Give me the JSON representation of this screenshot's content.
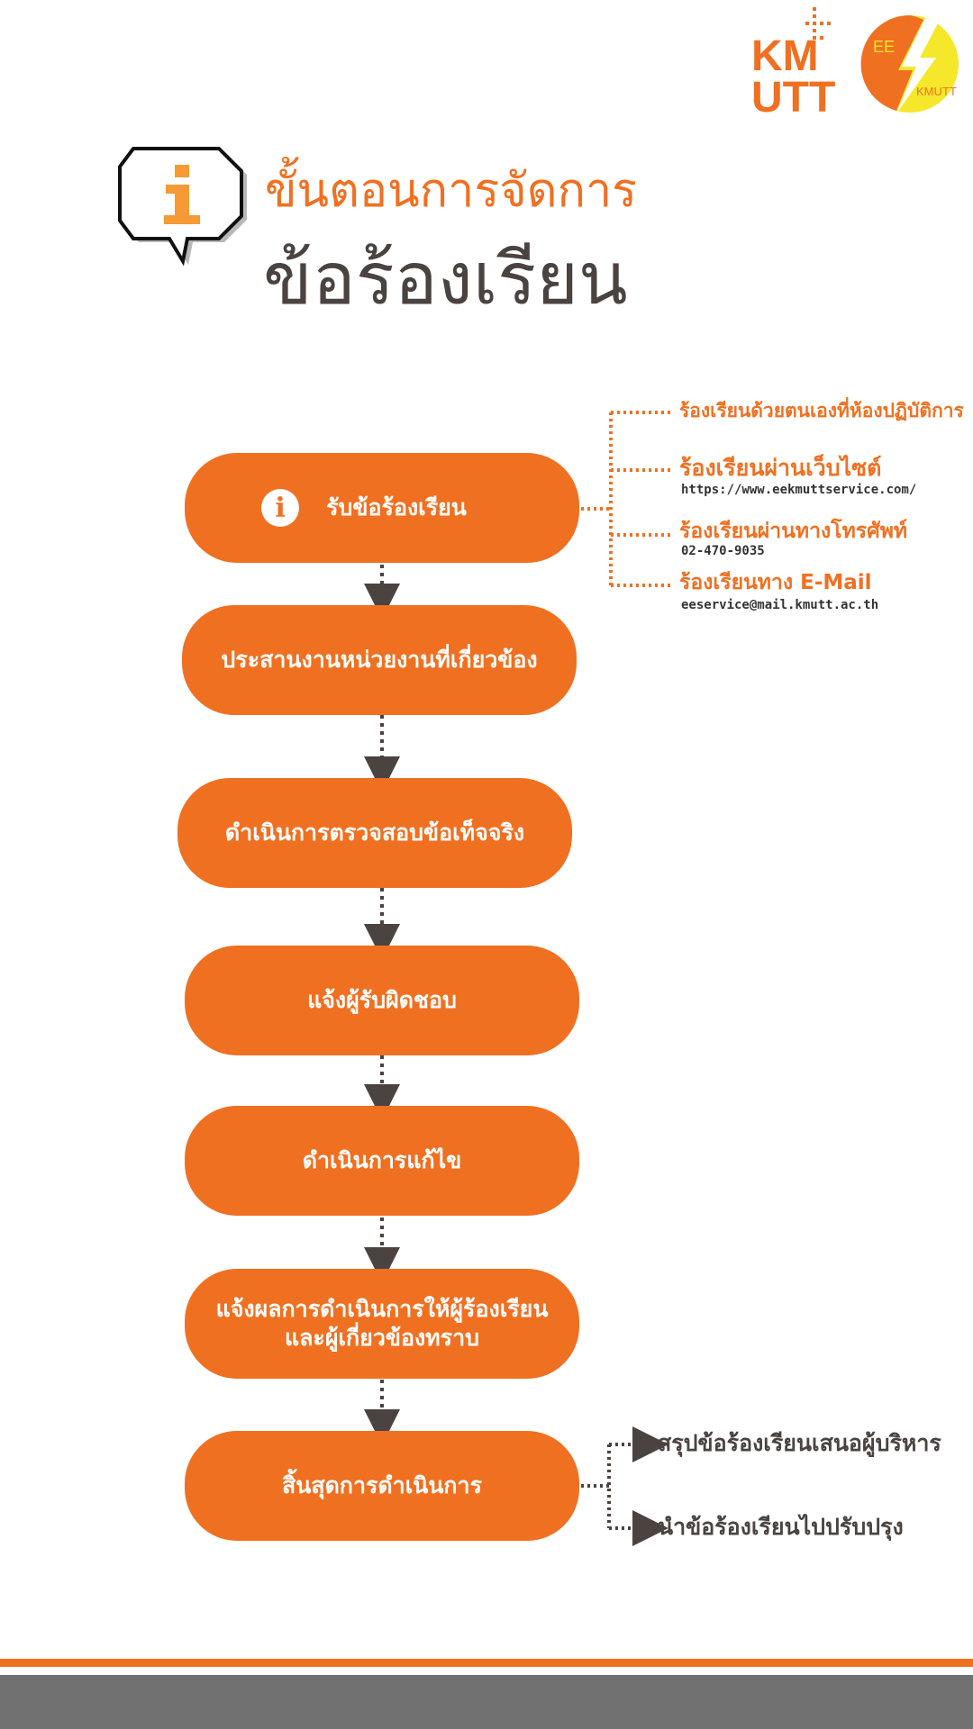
{
  "title": {
    "line1": "ขั้นตอนการจัดการ",
    "line2": "ข้อร้องเรียน",
    "icon": "info-speech-bubble-icon"
  },
  "logos": {
    "kmutt_text_top": "KM",
    "kmutt_text_bottom": "UTT",
    "ee_text": "EE",
    "ee_small_text": "KMUTT"
  },
  "steps": [
    {
      "label": "รับข้อร้องเรียน",
      "icon": "info-icon"
    },
    {
      "label": "ประสานงานหน่วยงานที่เกี่ยวข้อง"
    },
    {
      "label": "ดำเนินการตรวจสอบข้อเท็จจริง"
    },
    {
      "label": "แจ้งผู้รับผิดชอบ"
    },
    {
      "label": "ดำเนินการแก้ไข"
    },
    {
      "label": "แจ้งผลการดำเนินการให้ผู้ร้องเรียน\nและผู้เกี่ยวข้องทราบ"
    },
    {
      "label": "สิ้นสุดการดำเนินการ"
    }
  ],
  "channels": [
    {
      "label": "ร้องเรียนด้วยตนเองที่ห้องปฏิบัติการ",
      "detail": ""
    },
    {
      "label": "ร้องเรียนผ่านเว็บไซต์",
      "detail": "https://www.eekmuttservice.com/"
    },
    {
      "label": "ร้องเรียนผ่านทางโทรศัพท์",
      "detail": "02-470-9035"
    },
    {
      "label": "ร้องเรียนทาง E-Mail",
      "detail": "eeservice@mail.kmutt.ac.th"
    }
  ],
  "outcomes": [
    {
      "label": "สรุปข้อร้องเรียนเสนอผู้บริหาร"
    },
    {
      "label": "นำข้อร้องเรียนไปปรับปรุง"
    }
  ],
  "colors": {
    "accent": "#f07021",
    "dark": "#4a4340",
    "footer": "#717171",
    "logo_yellow": "#f5e82a"
  }
}
